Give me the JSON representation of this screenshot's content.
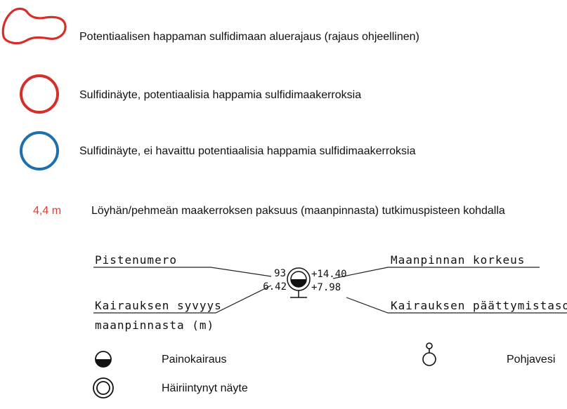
{
  "colors": {
    "potential_acid": "#d72e2a",
    "no_acid": "#1d6fae",
    "text": "#111111",
    "line": "#222222",
    "distance_red": "#e23b34"
  },
  "legend": {
    "area": {
      "icon": "red-closed-outline-icon",
      "label": "Potentiaalisen happaman sulfidimaan aluerajaus (rajaus ohjeellinen)"
    },
    "red_sample": {
      "icon": "red-circle-icon",
      "label": "Sulfidinäyte, potentiaalisia happamia sulfidimaakerroksia"
    },
    "blue_sample": {
      "icon": "blue-circle-icon",
      "label": "Sulfidinäyte, ei havaittu potentiaalisia happamia sulfidimaakerroksia"
    },
    "thickness": {
      "value": "4,4 m",
      "label": "Löyhän/pehmeän maakerroksen paksuus (maanpinnasta) tutkimuspisteen kohdalla"
    }
  },
  "annotation": {
    "point_number_label": "Pistenumero",
    "surface_elevation_label": "Maanpinnan korkeus",
    "depth_label_line1": "Kairauksen syvyys",
    "depth_label_line2": "maanpinnasta (m)",
    "end_level_label": "Kairauksen päättymistaso",
    "point_number": "93",
    "surface_elevation": "+14.40",
    "depth": "6.42",
    "end_level": "+7.98"
  },
  "symbols": {
    "weight_sounding": {
      "icon": "half-filled-circle-icon",
      "label": "Painokairaus"
    },
    "disturbed_sample": {
      "icon": "double-circle-icon",
      "label": "Häiriintynyt näyte"
    },
    "groundwater": {
      "icon": "groundwater-pipe-icon",
      "label": "Pohjavesi"
    }
  }
}
